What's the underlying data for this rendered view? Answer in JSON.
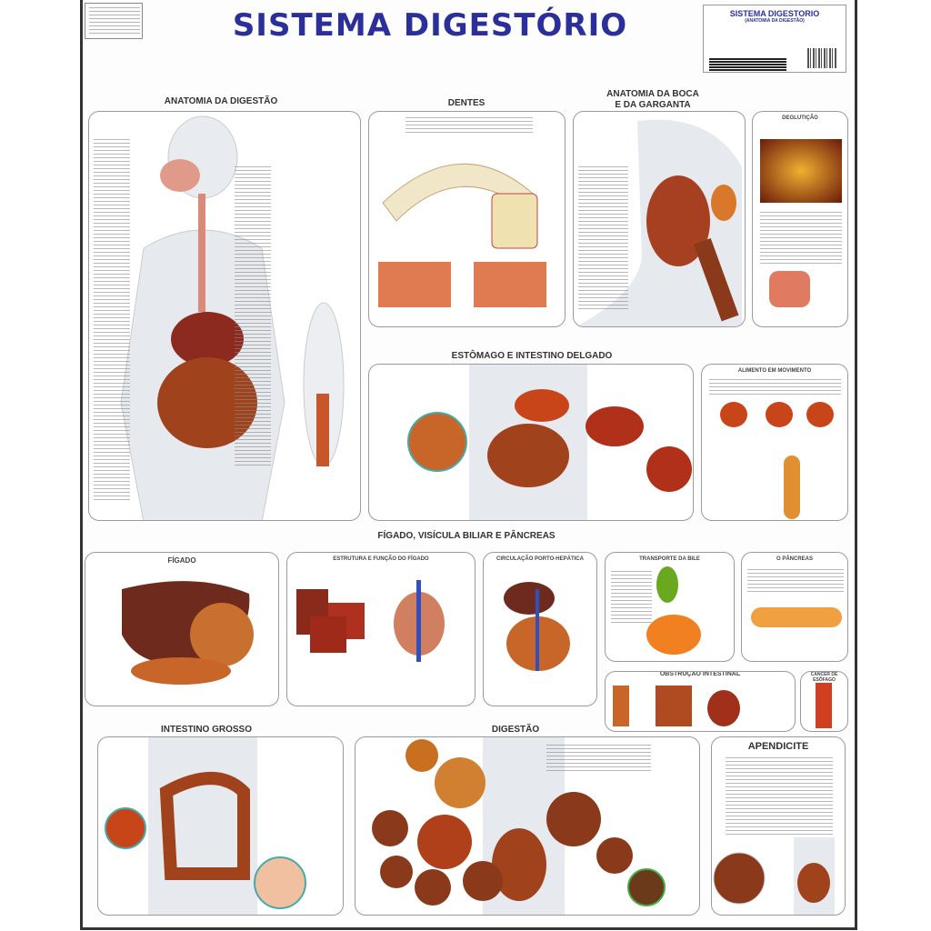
{
  "title": "SISTEMA DIGESTÓRIO",
  "label_box": {
    "title": "SISTEMA DIGESTORIO",
    "subtitle": "(ANATOMIA DA DIGESTÃO)"
  },
  "sections": {
    "anatomia": "ANATOMIA DA DIGESTÃO",
    "dentes": "DENTES",
    "boca": "ANATOMIA DA BOCA E DA GARGANTA",
    "degluticao": "DEGLUTIÇÃO",
    "estomago": "ESTÔMAGO E INTESTINO DELGADO",
    "alimento": "ALIMENTO EM MOVIMENTO",
    "figado_group": "FÍGADO, VISÍCULA BILIAR E PÂNCREAS",
    "figado": "FÍGADO",
    "estrutura": "ESTRUTURA E FUNÇÃO DO FÍGADO",
    "circulacao": "CIRCULAÇÃO PORTO-HEPÁTICA",
    "bile": "TRANSPORTE DA BILE",
    "pancreas": "O PÂNCREAS",
    "obstrucao": "OBSTRUÇÃO INTESTINAL",
    "cancer": "CÂNCER DE ESÔFAGO",
    "intestino_grosso": "INTESTINO GROSSO",
    "digestao": "DIGESTÃO",
    "apendicite": "APENDICITE"
  },
  "colors": {
    "title": "#2b2f9a",
    "organ": "#a0421c",
    "liver": "#6e2a1c",
    "skin": "#e6e9ee"
  }
}
